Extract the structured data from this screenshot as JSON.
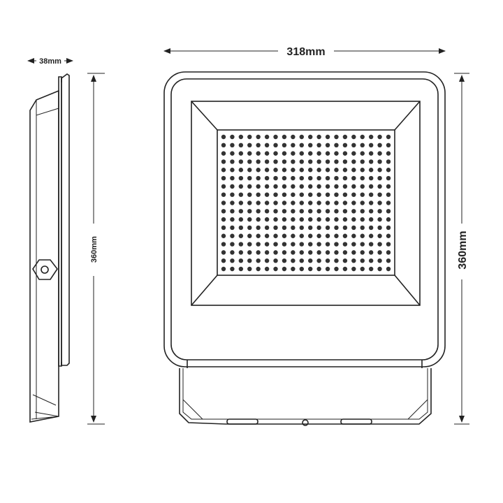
{
  "dimensions": {
    "depth_label": "38mm",
    "width_label": "318mm",
    "height_side_label": "360mm",
    "height_front_label": "360mm"
  },
  "led_grid": {
    "columns": 20,
    "rows": 17
  },
  "colors": {
    "line": "#222222",
    "background": "#ffffff"
  }
}
